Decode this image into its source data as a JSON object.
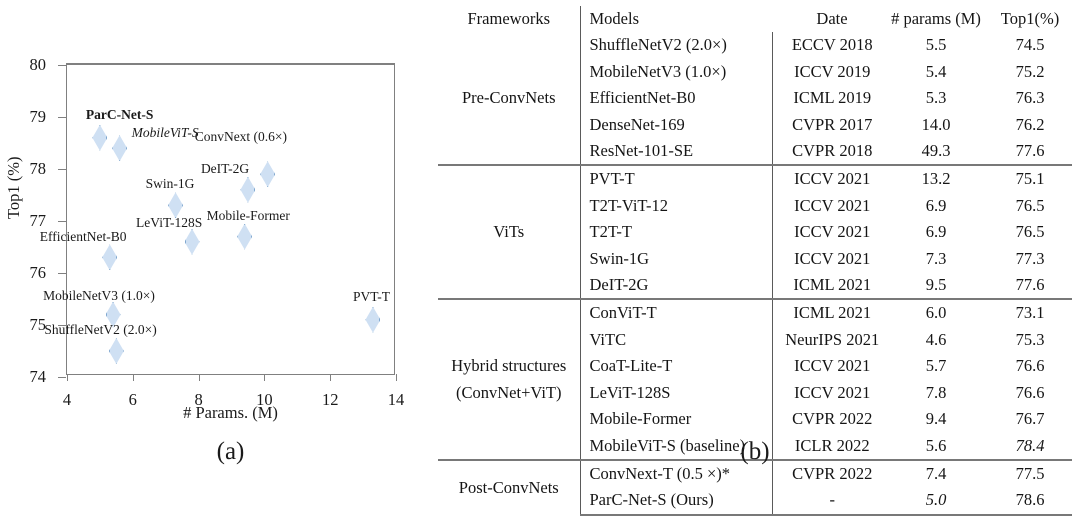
{
  "chart_data": [
    {
      "type": "scatter",
      "caption": "(a)",
      "title": "",
      "xlabel": "# Params. (M)",
      "ylabel": "Top1 (%)",
      "xlim": [
        4,
        14
      ],
      "ylim": [
        74,
        80
      ],
      "xticks": [
        "4",
        "6",
        "8",
        "10",
        "12",
        "14"
      ],
      "yticks": [
        "74",
        "75",
        "76",
        "77",
        "78",
        "79",
        "80"
      ],
      "grid": false,
      "legend": "none",
      "marker": {
        "shape": "diamond",
        "fill": "#cfe0f3",
        "stroke": "#7fa7cf"
      },
      "points": [
        {
          "label": "ParC-Net-S",
          "x": 5.0,
          "y": 78.6,
          "style": "bold",
          "lx": -14,
          "ly": -30
        },
        {
          "label": "MobileViT-S",
          "x": 5.6,
          "y": 78.4,
          "style": "italic",
          "lx": 12,
          "ly": -22
        },
        {
          "label": "ConvNext (0.6×)",
          "x": 10.1,
          "y": 77.9,
          "style": "normal",
          "lx": -73,
          "ly": -44
        },
        {
          "label": "DeIT-2G",
          "x": 9.5,
          "y": 77.6,
          "style": "normal",
          "lx": -47,
          "ly": -28
        },
        {
          "label": "Swin-1G",
          "x": 7.3,
          "y": 77.3,
          "style": "normal",
          "lx": -30,
          "ly": -28
        },
        {
          "label": "Mobile-Former",
          "x": 9.4,
          "y": 76.7,
          "style": "normal",
          "lx": -38,
          "ly": -28
        },
        {
          "label": "LeViT-128S",
          "x": 7.8,
          "y": 76.6,
          "style": "normal",
          "lx": -56,
          "ly": -26
        },
        {
          "label": "EfficientNet-B0",
          "x": 5.3,
          "y": 76.3,
          "style": "normal",
          "lx": -70,
          "ly": -27
        },
        {
          "label": "MobileNetV3 (1.0×)",
          "x": 5.4,
          "y": 75.2,
          "style": "normal",
          "lx": -70,
          "ly": -26
        },
        {
          "label": "ShuffleNetV2 (2.0×)",
          "x": 5.5,
          "y": 74.5,
          "style": "normal",
          "lx": -72,
          "ly": -28
        },
        {
          "label": "PVT-T",
          "x": 13.3,
          "y": 75.1,
          "style": "normal",
          "lx": -20,
          "ly": -30
        }
      ]
    },
    {
      "type": "table",
      "caption": "(b)",
      "columns": [
        "Frameworks",
        "Models",
        "Date",
        "# params (M)",
        "Top1(%)"
      ],
      "groups": [
        {
          "framework": "Pre-ConvNets",
          "rows": [
            {
              "model": "ShuffleNetV2 (2.0×)",
              "date": "ECCV 2018",
              "params": "5.5",
              "top1": "74.5"
            },
            {
              "model": "MobileNetV3 (1.0×)",
              "date": "ICCV 2019",
              "params": "5.4",
              "top1": "75.2"
            },
            {
              "model": "EfficientNet-B0",
              "date": "ICML 2019",
              "params": "5.3",
              "top1": "76.3"
            },
            {
              "model": "DenseNet-169",
              "date": "CVPR 2017",
              "params": "14.0",
              "top1": "76.2"
            },
            {
              "model": "ResNet-101-SE",
              "date": "CVPR 2018",
              "params": "49.3",
              "top1": "77.6"
            }
          ]
        },
        {
          "framework": "ViTs",
          "rows": [
            {
              "model": "PVT-T",
              "date": "ICCV 2021",
              "params": "13.2",
              "top1": "75.1"
            },
            {
              "model": "T2T-ViT-12",
              "date": "ICCV 2021",
              "params": "6.9",
              "top1": "76.5"
            },
            {
              "model": "T2T-T",
              "date": "ICCV 2021",
              "params": "6.9",
              "top1": "76.5"
            },
            {
              "model": "Swin-1G",
              "date": "ICCV 2021",
              "params": "7.3",
              "top1": "77.3"
            },
            {
              "model": "DeIT-2G",
              "date": "ICML 2021",
              "params": "9.5",
              "top1": "77.6"
            }
          ]
        },
        {
          "framework": "Hybrid structures",
          "framework2": "(ConvNet+ViT)",
          "rows": [
            {
              "model": "ConViT-T",
              "date": "ICML 2021",
              "params": "6.0",
              "top1": "73.1"
            },
            {
              "model": "ViTC",
              "date": "NeurIPS 2021",
              "params": "4.6",
              "params_style": "bold",
              "top1": "75.3"
            },
            {
              "model": "CoaT-Lite-T",
              "date": "ICCV 2021",
              "params": "5.7",
              "top1": "76.6"
            },
            {
              "model": "LeViT-128S",
              "date": "ICCV 2021",
              "params": "7.8",
              "top1": "76.6"
            },
            {
              "model": "Mobile-Former",
              "date": "CVPR 2022",
              "params": "9.4",
              "top1": "76.7"
            },
            {
              "model": "MobileViT-S (baseline)",
              "date": "ICLR 2022",
              "params": "5.6",
              "top1": "78.4",
              "top1_style": "italic"
            }
          ]
        },
        {
          "framework": "Post-ConvNets",
          "rows": [
            {
              "model": "ConvNext-T (0.5 ×)*",
              "date": "CVPR 2022",
              "params": "7.4",
              "top1": "77.5"
            },
            {
              "model": "ParC-Net-S  (Ours)",
              "date": "-",
              "params": "5.0",
              "params_style": "italic",
              "top1": "78.6",
              "top1_style": "bold"
            }
          ]
        }
      ]
    }
  ]
}
